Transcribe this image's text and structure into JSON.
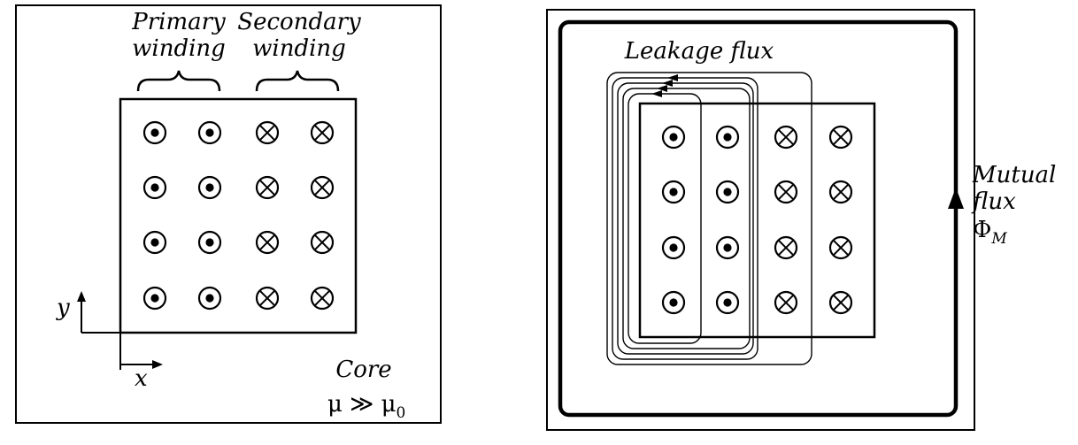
{
  "left_panel": {
    "primary_label_line1": "Primary",
    "primary_label_line2": "winding",
    "secondary_label_line1": "Secondary",
    "secondary_label_line2": "winding",
    "axis_y": "y",
    "axis_x": "x",
    "core_label": "Core",
    "mu_condition": "μ ≫ μ",
    "mu_subscript": "0",
    "grid": {
      "rows": 4,
      "cols": 4,
      "primary_cols": 2,
      "primary_symbol": "dot",
      "secondary_symbol": "cross"
    }
  },
  "right_panel": {
    "leakage_label": "Leakage flux",
    "mutual_line1": "Mutual",
    "mutual_line2": "flux",
    "mutual_symbol": "Φ",
    "mutual_subscript": "M",
    "grid": {
      "rows": 4,
      "cols": 4,
      "primary_cols": 2,
      "primary_symbol": "dot",
      "secondary_symbol": "cross"
    }
  },
  "colors": {
    "ink": "#000000",
    "background": "#ffffff"
  }
}
